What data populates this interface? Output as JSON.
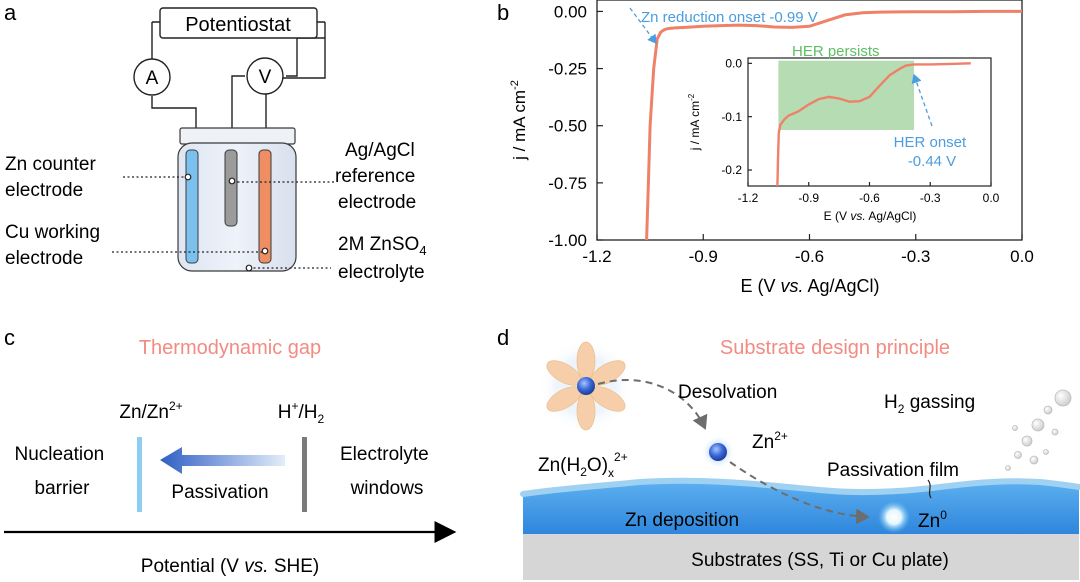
{
  "panel_a": {
    "letter": "a",
    "instrument": "Potentiostat",
    "ammeter": "A",
    "voltmeter": "V",
    "counter_label": [
      "Zn counter",
      "electrode"
    ],
    "working_label": [
      "Cu working",
      "electrode"
    ],
    "reference_label": [
      "Ag/AgCl",
      "reference",
      "electrode"
    ],
    "electrolyte_main": "2M ZnSO",
    "electrolyte_sub": "4",
    "electrolyte_line2": "electrolyte",
    "colors": {
      "zn_electrode": "#7cc1ee",
      "cu_electrode": "#ee8e62",
      "reference": "#9b9b9b",
      "glass": "#e2e8f4"
    }
  },
  "panel_b": {
    "letter": "b",
    "ylabel": "j / mA cm",
    "ylabel_sup": "-2",
    "xlabel_pre": "E (V ",
    "xlabel_it": "vs.",
    "xlabel_post": " Ag/AgCl)",
    "annotation_zn": "Zn reduction onset -0.99 V",
    "annotation_her_persists": "HER persists",
    "annotation_her_onset": [
      "HER onset",
      "-0.44 V"
    ],
    "inset_ylabel": "j / mA cm",
    "inset_ylabel_sup": "-2",
    "inset_xlabel_pre": "E (V ",
    "inset_xlabel_it": "vs.",
    "inset_xlabel_post": " Ag/AgCl)",
    "colors": {
      "curve": "#ef8168",
      "annotation": "#4a9de0",
      "highlight": "#a9d6a7",
      "highlight_text": "#5cbf63"
    }
  },
  "chart_data": [
    {
      "type": "line",
      "x_ticks": [
        "-1.2",
        "-0.9",
        "-0.6",
        "-0.3",
        "0.0"
      ],
      "y_ticks": [
        "0.00",
        "-0.25",
        "-0.50",
        "-0.75",
        "-1.00"
      ],
      "xlim": [
        -1.2,
        0.0
      ],
      "ylim": [
        -1.0,
        0.05
      ],
      "series": [
        {
          "x": [
            -1.06,
            -1.055,
            -1.05,
            -1.04,
            -1.03,
            -1.02,
            -1.01,
            -1.0,
            -0.98,
            -0.95,
            -0.9,
            -0.85,
            -0.8,
            -0.75,
            -0.7,
            -0.65,
            -0.6,
            -0.55,
            -0.5,
            -0.45,
            -0.4,
            -0.35,
            -0.3,
            -0.2,
            -0.1,
            0.0
          ],
          "y": [
            -1.0,
            -0.75,
            -0.5,
            -0.25,
            -0.12,
            -0.09,
            -0.08,
            -0.075,
            -0.072,
            -0.07,
            -0.065,
            -0.062,
            -0.06,
            -0.062,
            -0.068,
            -0.07,
            -0.065,
            -0.04,
            -0.015,
            -0.006,
            -0.003,
            -0.002,
            -0.001,
            -0.001,
            0.0,
            0.0
          ]
        }
      ]
    },
    {
      "type": "line",
      "x_ticks": [
        "-1.2",
        "-0.9",
        "-0.6",
        "-0.3",
        "0.0"
      ],
      "y_ticks": [
        "0.0",
        "-0.1",
        "-0.2"
      ],
      "xlim": [
        -1.2,
        0.0
      ],
      "ylim": [
        -0.23,
        0.01
      ],
      "highlight_range": [
        -1.05,
        -0.38
      ],
      "series": [
        {
          "x": [
            -1.055,
            -1.052,
            -1.048,
            -1.04,
            -1.02,
            -1.0,
            -0.95,
            -0.9,
            -0.85,
            -0.8,
            -0.75,
            -0.7,
            -0.65,
            -0.6,
            -0.55,
            -0.5,
            -0.45,
            -0.42,
            -0.38,
            -0.3,
            -0.2,
            -0.1
          ],
          "y": [
            -0.23,
            -0.18,
            -0.13,
            -0.115,
            -0.105,
            -0.098,
            -0.09,
            -0.077,
            -0.067,
            -0.063,
            -0.066,
            -0.072,
            -0.071,
            -0.063,
            -0.042,
            -0.022,
            -0.01,
            -0.004,
            -0.002,
            -0.002,
            -0.001,
            0.0
          ]
        }
      ]
    }
  ],
  "panel_c": {
    "letter": "c",
    "title": "Thermodynamic gap",
    "zn_label": "Zn/Zn",
    "zn_sup": "2+",
    "h_label_a": "H",
    "h_sup": "+",
    "h_label_b": "/H",
    "h_sub": "2",
    "nucleation": [
      "Nucleation",
      "barrier"
    ],
    "passivation": "Passivation",
    "electrolyte_windows": [
      "Electrolyte",
      "windows"
    ],
    "axis_pre": "Potential (V ",
    "axis_it": "vs.",
    "axis_post": " SHE)",
    "colors": {
      "title": "#f28b82",
      "zn_bar": "#8ecdf2",
      "h_bar": "#7a7a7a",
      "arrow_start": "#2f5fc4",
      "arrow_end": "#dfeaf8"
    }
  },
  "panel_d": {
    "letter": "d",
    "title": "Substrate design principle",
    "desolvation": "Desolvation",
    "zn_ion": "Zn",
    "zn_ion_sup": "2+",
    "complex_a": "Zn(H",
    "complex_sub1": "2",
    "complex_b": "O)",
    "complex_sub2": "x",
    "complex_sup": "2+",
    "h2_pre": "H",
    "h2_sub": "2",
    "h2_post": " gassing",
    "passivation_film": "Passivation film",
    "zn_deposition": "Zn deposition",
    "zn0": "Zn",
    "zn0_sup": "0",
    "substrates": "Substrates (SS, Ti or Cu plate)",
    "colors": {
      "title": "#f28b82",
      "deposit_layer": "#3f9be8",
      "film": "#9fd1f3",
      "substrate": "#d6d6d6",
      "petal": "#f6cfaa",
      "ion": "#3a69d6"
    }
  }
}
